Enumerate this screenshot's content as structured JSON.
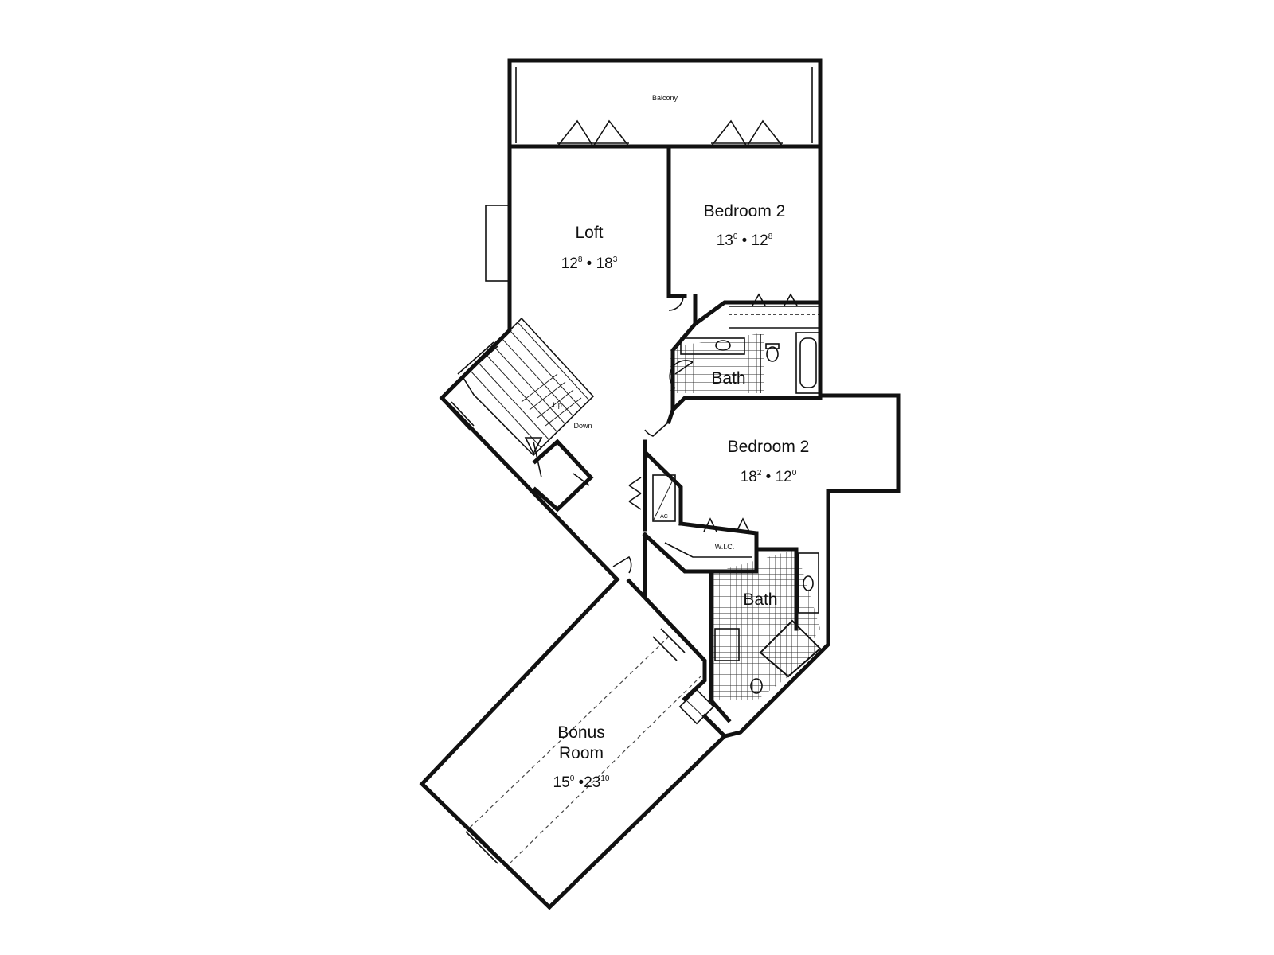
{
  "rooms": {
    "balcony": {
      "name": "Balcony"
    },
    "loft": {
      "name": "Loft",
      "dim_a": "12",
      "dim_a_sup": "8",
      "dim_b": "18",
      "dim_b_sup": "3"
    },
    "bedroom_top": {
      "name": "Bedroom 2",
      "dim_a": "13",
      "dim_a_sup": "0",
      "dim_b": "12",
      "dim_b_sup": "8"
    },
    "bath_upper": {
      "name": "Bath"
    },
    "bedroom_mid": {
      "name": "Bedroom 2",
      "dim_a": "18",
      "dim_a_sup": "2",
      "dim_b": "12",
      "dim_b_sup": "0"
    },
    "wic": {
      "name": "W.I.C."
    },
    "bath_lower": {
      "name": "Bath"
    },
    "ac": {
      "name": "AC"
    },
    "bonus": {
      "name_line1": "Bonus",
      "name_line2": "Room",
      "dim_a": "15",
      "dim_a_sup": "0",
      "dim_b": "23",
      "dim_b_sup": "10"
    }
  },
  "stairs": {
    "label_up": "Up",
    "label_down": "Down"
  },
  "separator": "•"
}
